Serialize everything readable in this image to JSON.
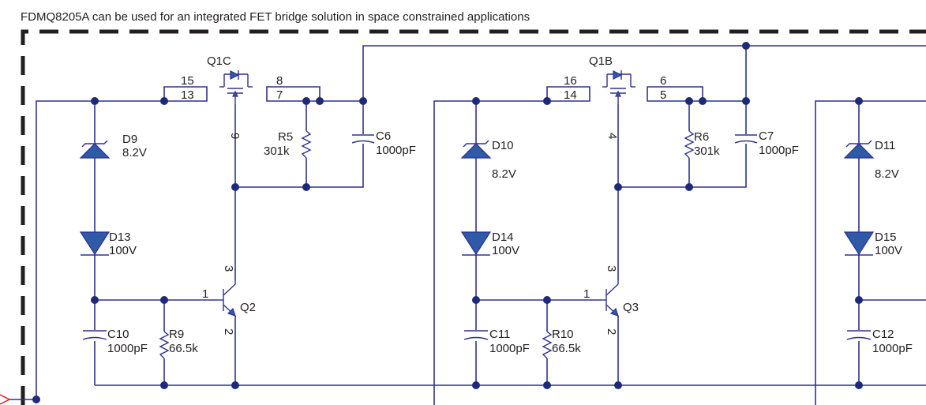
{
  "caption": "FDMQ8205A can be used for an integrated FET bridge solution in space constrained applications",
  "colors": {
    "wire": "#2e3192",
    "diode_fill": "#2e5aa8",
    "border": "#231f20",
    "input_marker": "#e31e24"
  },
  "stage1": {
    "fet_label": "Q1C",
    "fet_pins": [
      "15",
      "13",
      "8",
      "7",
      "9"
    ],
    "zener_ref": "D9",
    "zener_value": "8.2V",
    "diode_ref": "D13",
    "diode_value": "100V",
    "gate_res_ref": "R5",
    "gate_res_value": "301k",
    "gate_cap_ref": "C6",
    "gate_cap_value": "1000pF",
    "base_cap_ref": "C10",
    "base_cap_value": "1000pF",
    "base_res_ref": "R9",
    "base_res_value": "66.5k",
    "transistor_ref": "Q2",
    "transistor_pins": [
      "1",
      "3",
      "2"
    ]
  },
  "stage2": {
    "fet_label": "Q1B",
    "fet_pins": [
      "16",
      "14",
      "6",
      "5",
      "4"
    ],
    "zener_ref": "D10",
    "zener_value": "8.2V",
    "diode_ref": "D14",
    "diode_value": "100V",
    "gate_res_ref": "R6",
    "gate_res_value": "301k",
    "gate_cap_ref": "C7",
    "gate_cap_value": "1000pF",
    "base_cap_ref": "C11",
    "base_cap_value": "1000pF",
    "base_res_ref": "R10",
    "base_res_value": "66.5k",
    "transistor_ref": "Q3",
    "transistor_pins": [
      "1",
      "3",
      "2"
    ]
  },
  "stage3": {
    "zener_ref": "D11",
    "zener_value": "8.2V",
    "diode_ref": "D15",
    "diode_value": "100V",
    "base_cap_ref": "C12",
    "base_cap_value": "1000pF"
  }
}
